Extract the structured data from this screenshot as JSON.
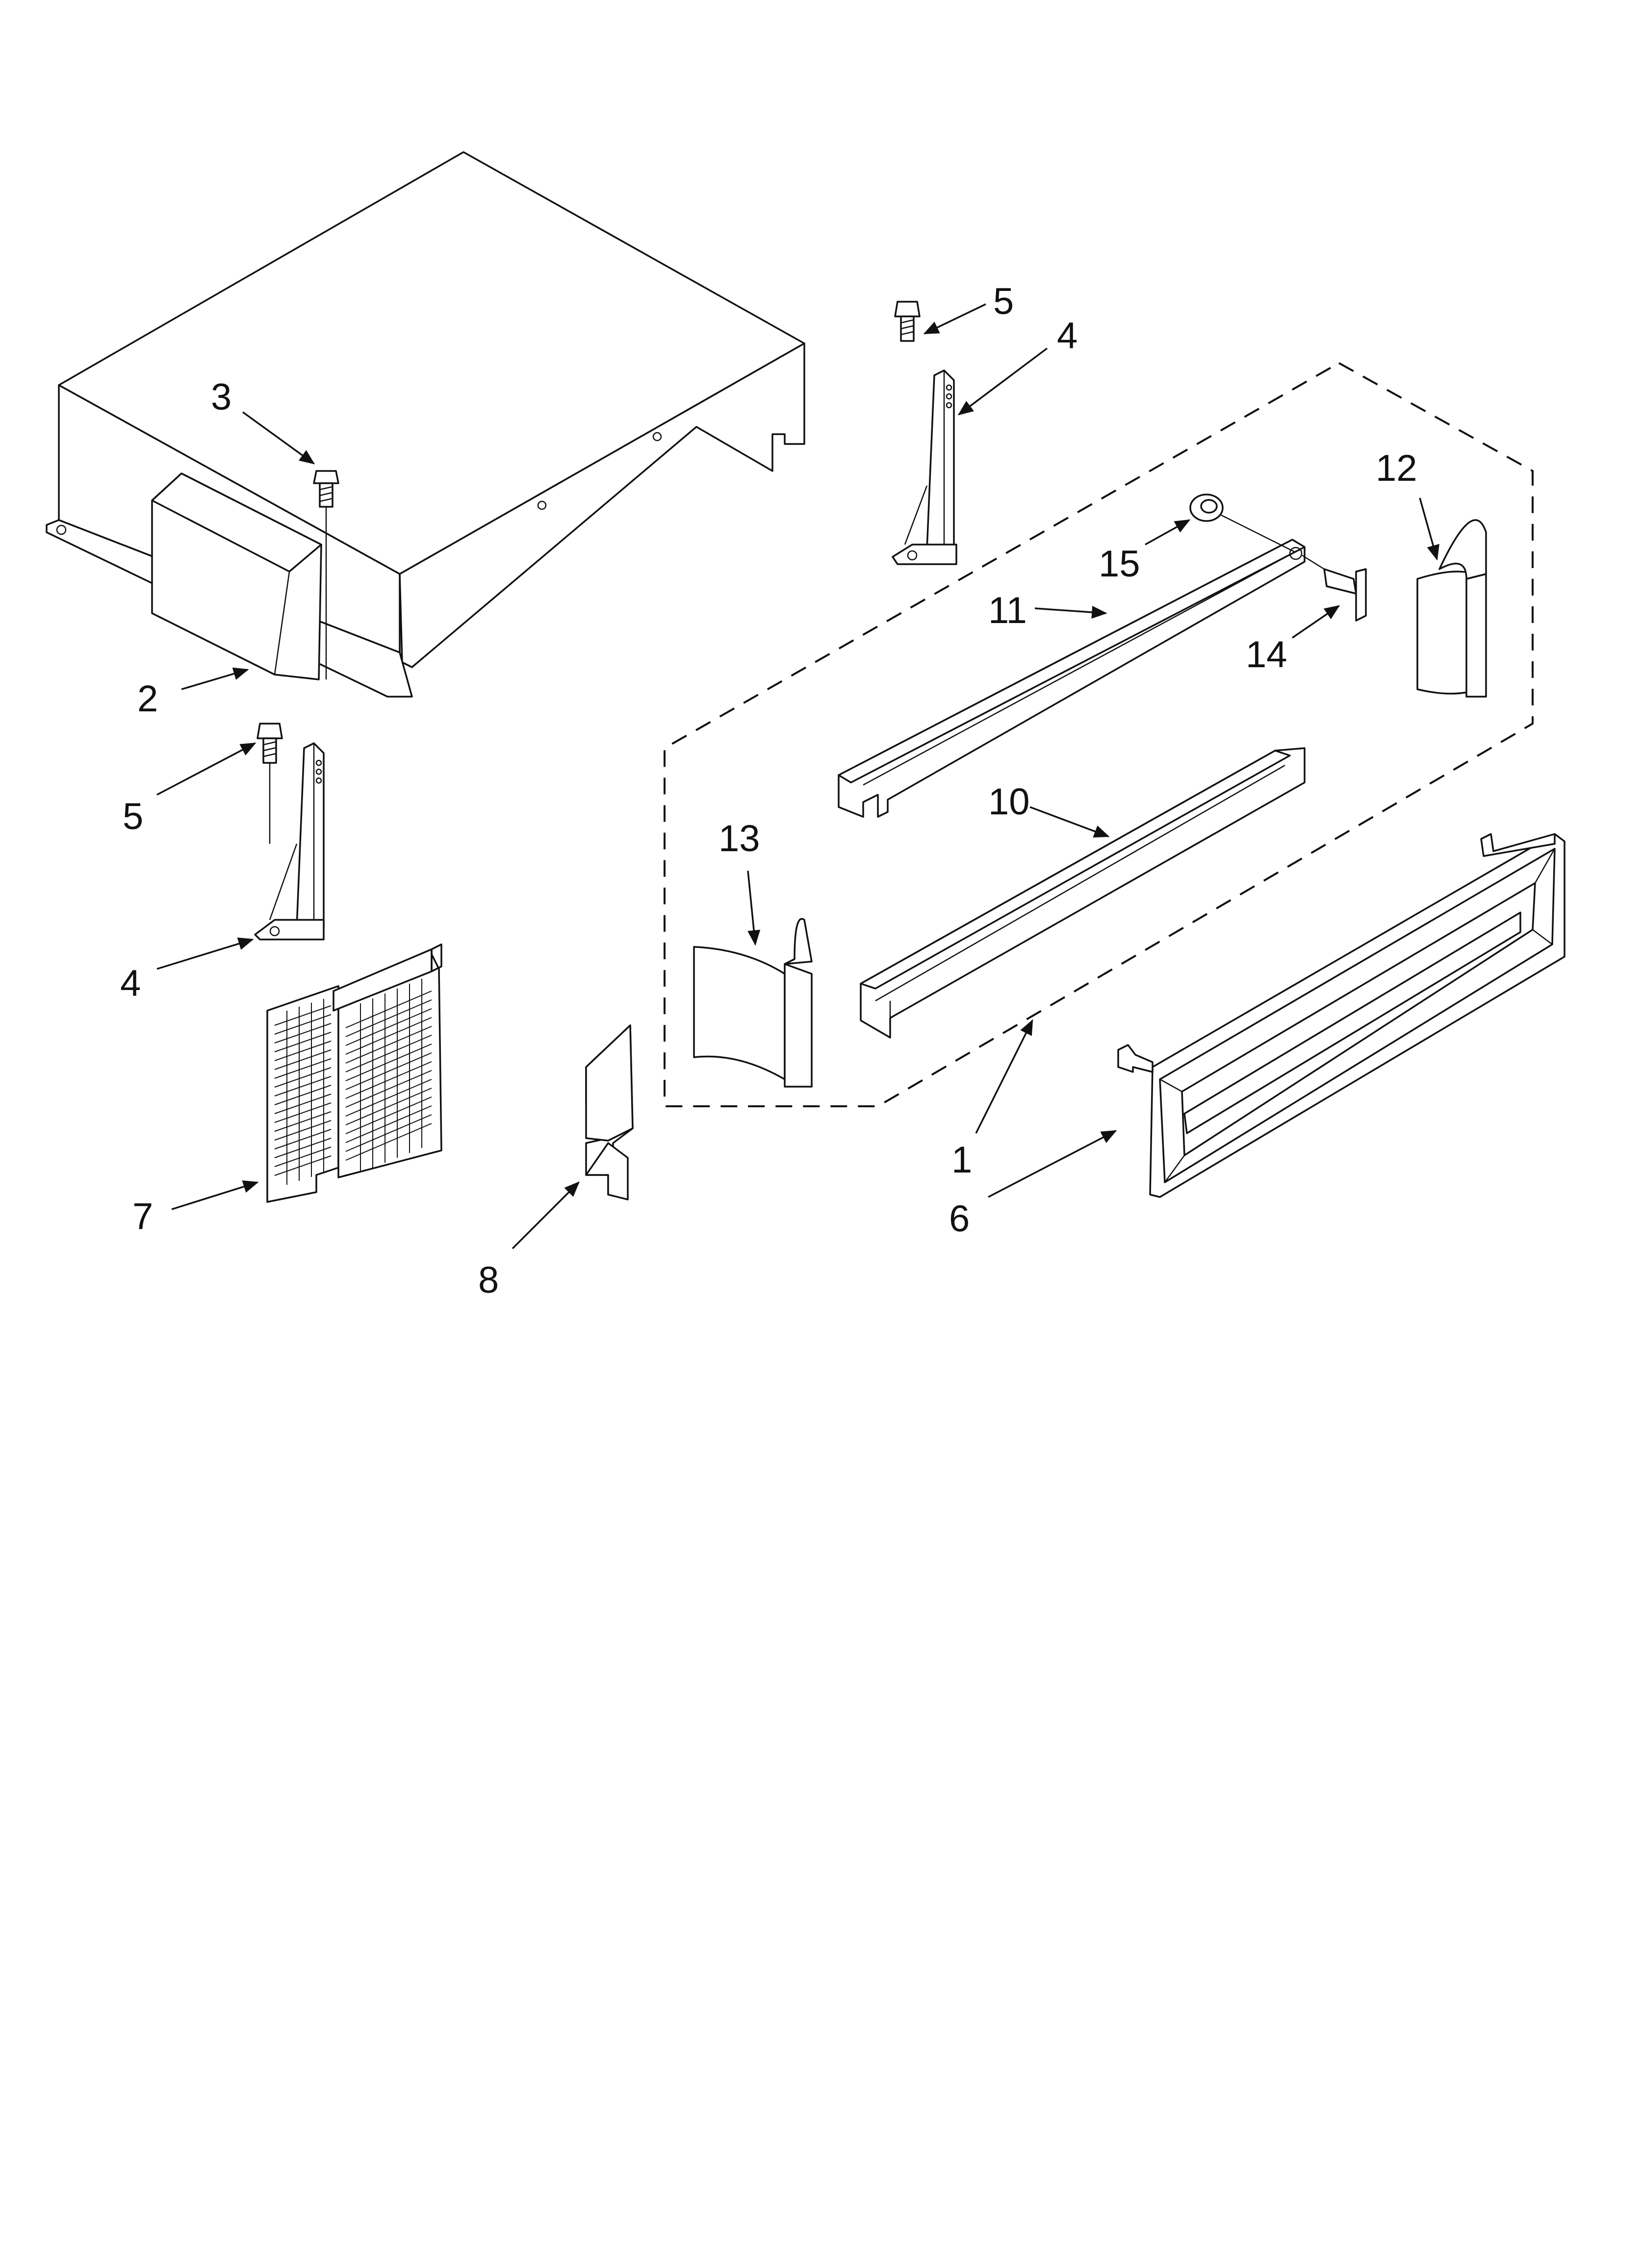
{
  "diagram": {
    "callouts": {
      "c1": "1",
      "c2": "2",
      "c3": "3",
      "c4a": "4",
      "c4b": "4",
      "c5a": "5",
      "c5b": "5",
      "c6": "6",
      "c7": "7",
      "c8": "8",
      "c10": "10",
      "c11": "11",
      "c12": "12",
      "c13": "13",
      "c14": "14",
      "c15": "15"
    }
  }
}
